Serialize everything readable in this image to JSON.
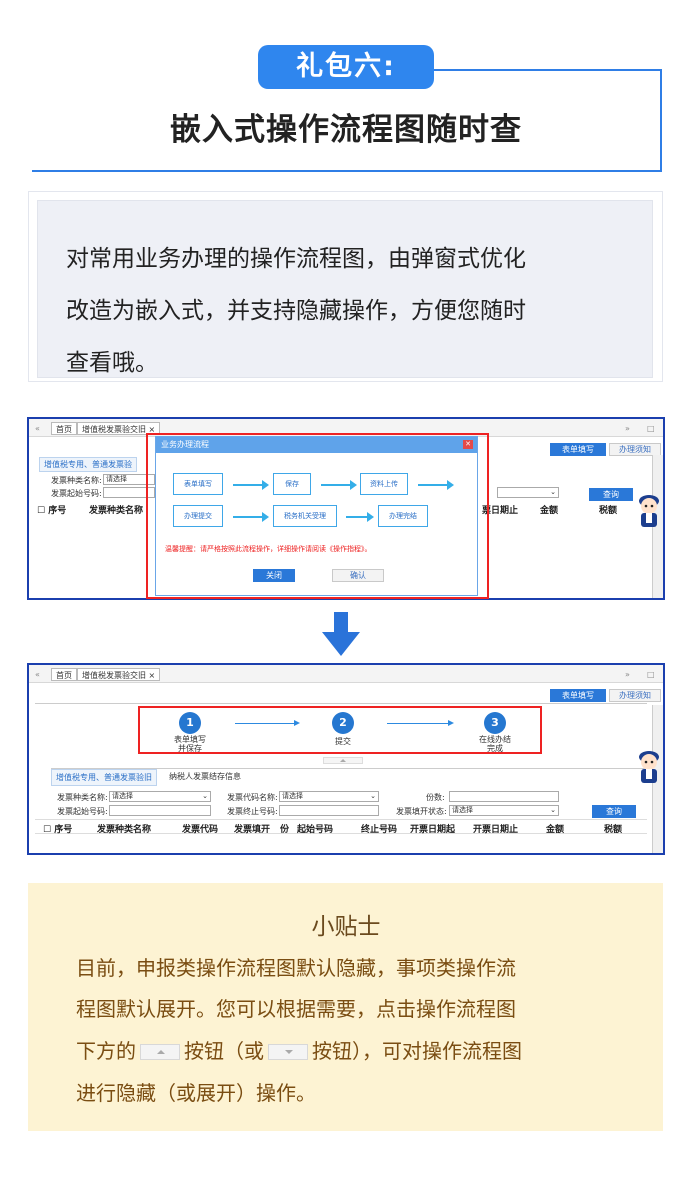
{
  "header": {
    "badge": "礼包六:",
    "title": "嵌入式操作流程图随时查"
  },
  "intro": {
    "line1": "对常用业务办理的操作流程图，由弹窗式优化",
    "line2": "改造为嵌入式，并支持隐藏操作，方便您随时",
    "line3": "查看哦。"
  },
  "shot1": {
    "tabs": [
      "首页",
      "增值税发票验交旧"
    ],
    "top_buttons": [
      "表单填写",
      "办理须知"
    ],
    "subtab": "增值税专用、普通发票验",
    "labels": [
      "发票种类名称:",
      "发票起始号码:"
    ],
    "select_placeholder": "请选择",
    "query_button": "查询",
    "columns": [
      "序号",
      "发票种类名称",
      "票日期止",
      "金额",
      "税额"
    ],
    "modal": {
      "title": "业务办理流程",
      "steps_row1": [
        "表单填写",
        "保存",
        "资料上传"
      ],
      "steps_row2": [
        "办理提交",
        "税务机关受理",
        "办理完结"
      ],
      "warning": "温馨提醒：请严格按照此流程操作，详细操作请阅读《操作指程》。",
      "close": "关闭",
      "confirm": "确认"
    }
  },
  "shot2": {
    "tabs": [
      "首页",
      "增值税发票验交旧"
    ],
    "top_buttons": [
      "表单填写",
      "办理须知"
    ],
    "steps": [
      {
        "num": "1",
        "label1": "表单填写",
        "label2": "并保存"
      },
      {
        "num": "2",
        "label1": "提交",
        "label2": ""
      },
      {
        "num": "3",
        "label1": "在线办结",
        "label2": "完成"
      }
    ],
    "subtabs": [
      "增值税专用、普通发票验旧",
      "纳税人发票结存信息"
    ],
    "labels": [
      "发票种类名称:",
      "发票代码名称:",
      "份数:",
      "发票起始号码:",
      "发票终止号码:",
      "发票填开状态:"
    ],
    "select_placeholder": "请选择",
    "query_button": "查询",
    "columns": [
      "序号",
      "发票种类名称",
      "发票代码",
      "发票填开",
      "份",
      "起始号码",
      "终止号码",
      "开票日期起",
      "开票日期止",
      "金额",
      "税额"
    ]
  },
  "tips": {
    "title": "小贴士",
    "line1": "目前，申报类操作流程图默认隐藏，事项类操作流",
    "line2": "程图默认展开。您可以根据需要，点击操作流程图",
    "line3a": "下方的",
    "line3b": "按钮（或",
    "line3c": "按钮），可对操作流程图",
    "line4": "进行隐藏（或展开）操作。"
  }
}
